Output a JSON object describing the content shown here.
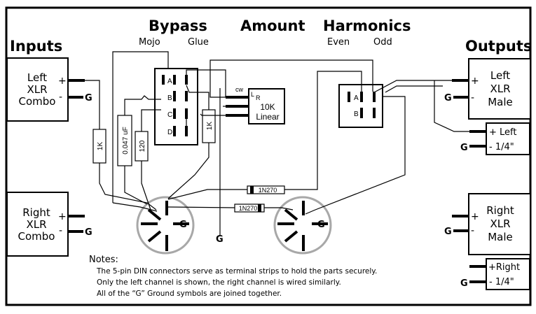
{
  "headers": {
    "bypass": "Bypass",
    "amount": "Amount",
    "harmonics": "Harmonics",
    "mojo": "Mojo",
    "glue": "Glue",
    "even": "Even",
    "odd": "Odd",
    "inputs": "Inputs",
    "outputs": "Outputs"
  },
  "inputs": {
    "left_xlr": [
      "Left",
      "XLR",
      "Combo"
    ],
    "right_xlr": [
      "Right",
      "XLR",
      "Combo"
    ],
    "plus": "+",
    "minus": "-",
    "ground": "G"
  },
  "outputs": {
    "left_xlr": [
      "Left",
      "XLR",
      "Male"
    ],
    "left_quarter": [
      "+ Left",
      "- 1/4\""
    ],
    "right_xlr": [
      "Right",
      "XLR",
      "Male"
    ],
    "right_quarter": [
      "+Right",
      "- 1/4\""
    ],
    "plus": "+",
    "minus": "-",
    "ground": "G"
  },
  "switches": {
    "bypass_poles": [
      "A",
      "B",
      "C",
      "D"
    ],
    "harmonics_poles": [
      "A",
      "B"
    ]
  },
  "pot": {
    "cw": "cw",
    "l": "L",
    "r": "R",
    "value": "10K",
    "taper": "Linear"
  },
  "components": {
    "r_input": "1K",
    "cap": "0.047 uF",
    "r_120": "120",
    "r_1k_right": "1K",
    "diode_top": "1N270",
    "diode_bottom": "1N270"
  },
  "grounds": {
    "din_left": "G",
    "din_right": "G",
    "din_bottom": "G"
  },
  "notes": {
    "title": "Notes:",
    "lines": [
      "The 5-pin DIN connectors serve as terminal strips to hold the parts securely.",
      "Only the left channel is shown, the right channel is wired similarly.",
      "All of the “G” Ground symbols are joined together."
    ]
  },
  "colors": {
    "ink": "#000000",
    "din_ring": "#a8a8a8",
    "paper": "#ffffff"
  }
}
